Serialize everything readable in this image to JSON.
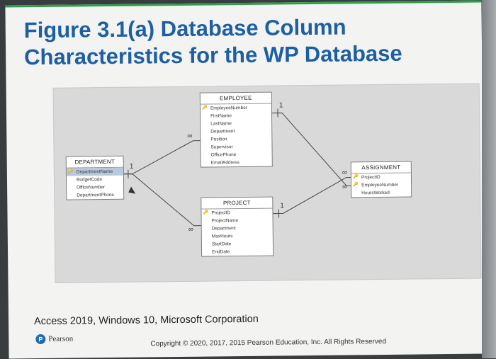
{
  "slide": {
    "title": "Figure 3.1(a) Database Column Characteristics for the WP Database",
    "caption": "Access 2019, Windows 10, Microsoft Corporation",
    "publisher": "Pearson",
    "copyright": "Copyright © 2020, 2017, 2015 Pearson Education, Inc. All Rights Reserved"
  },
  "tables": {
    "employee": {
      "name": "EMPLOYEE",
      "fields": [
        {
          "label": "EmployeeNumber",
          "key": true
        },
        {
          "label": "FirstName",
          "key": false
        },
        {
          "label": "LastName",
          "key": false
        },
        {
          "label": "Department",
          "key": false
        },
        {
          "label": "Position",
          "key": false
        },
        {
          "label": "Supervisor",
          "key": false
        },
        {
          "label": "OfficePhone",
          "key": false
        },
        {
          "label": "EmailAddress",
          "key": false
        }
      ]
    },
    "department": {
      "name": "DEPARTMENT",
      "fields": [
        {
          "label": "DepartmentName",
          "key": true
        },
        {
          "label": "BudgetCode",
          "key": false
        },
        {
          "label": "OfficeNumber",
          "key": false
        },
        {
          "label": "DepartmentPhone",
          "key": false
        }
      ]
    },
    "project": {
      "name": "PROJECT",
      "fields": [
        {
          "label": "ProjectID",
          "key": true
        },
        {
          "label": "ProjectName",
          "key": false
        },
        {
          "label": "Department",
          "key": false
        },
        {
          "label": "MaxHours",
          "key": false
        },
        {
          "label": "StartDate",
          "key": false
        },
        {
          "label": "EndDate",
          "key": false
        }
      ]
    },
    "assignment": {
      "name": "ASSIGNMENT",
      "fields": [
        {
          "label": "ProjectID",
          "key": true
        },
        {
          "label": "EmployeeNumber",
          "key": true
        },
        {
          "label": "HoursWorked",
          "key": false
        }
      ]
    }
  },
  "relationship_marks": {
    "one": "1",
    "many": "∞"
  }
}
